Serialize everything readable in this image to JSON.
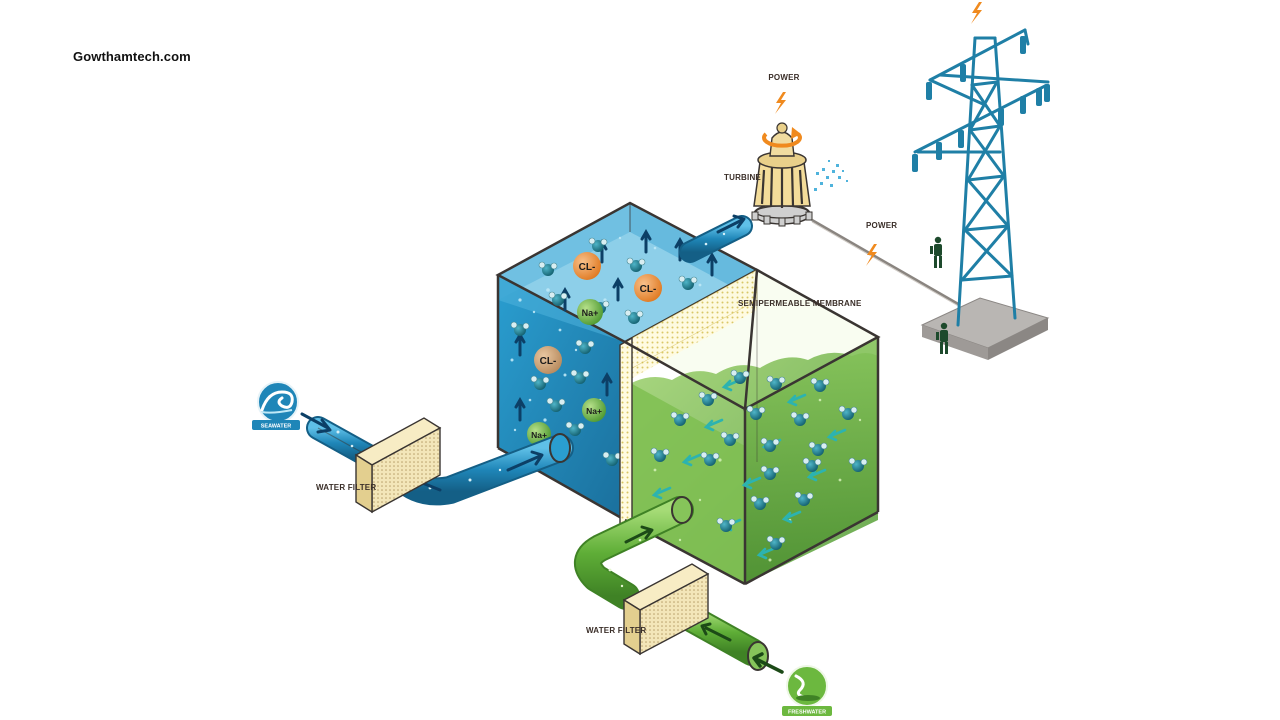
{
  "brand": "Gowthamtech.com",
  "labels": {
    "power_top": "POWER",
    "turbine": "TURBINE",
    "power_line": "POWER",
    "membrane": "SEMIPERMEABLE MEMBRANE",
    "filter_sea": "WATER FILTER",
    "filter_fresh": "WATER FILTER",
    "seawater": "SEAWATER",
    "freshwater": "FRESHWATER"
  },
  "ions": {
    "cl_a": "CL-",
    "cl_b": "CL-",
    "cl_c": "CL-",
    "na_a": "Na+",
    "na_b": "Na+",
    "na_c": "Na+"
  },
  "icons": [
    "seawater-wave-icon",
    "freshwater-icon",
    "turbine-icon",
    "lightning-bolt-icon",
    "rotation-arrow-icon",
    "transmission-tower-icon",
    "worker-figure-icon",
    "water-molecule-icon"
  ],
  "colors": {
    "seawater_blue": "#1f86b8",
    "freshwater_green": "#6cb83f",
    "power_orange": "#f08a1e",
    "tower_blue": "#1f7fa6",
    "filter_tan": "#e9d7a0",
    "outline": "#3a3532",
    "chloride_orange": "#e8842a",
    "sodium_green": "#5aa13a"
  }
}
